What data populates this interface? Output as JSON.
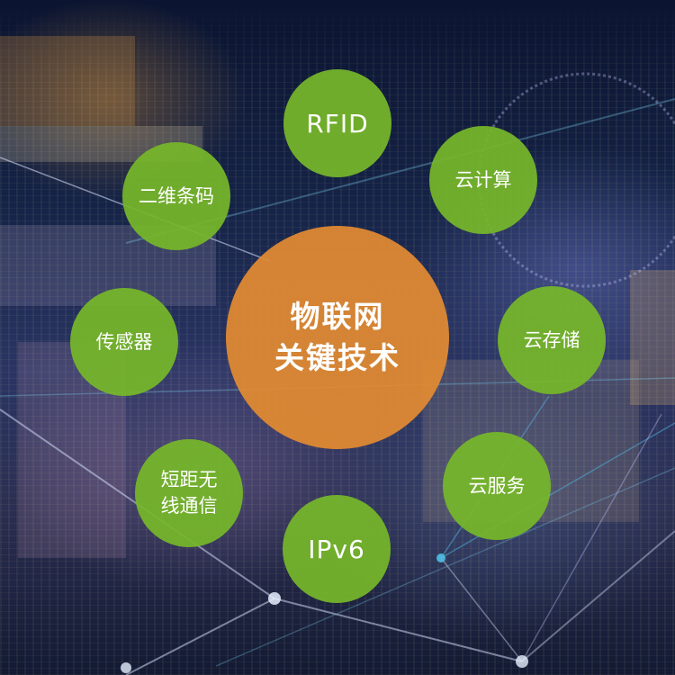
{
  "center": {
    "line1": "物联网",
    "line2": "关键技术",
    "color": "#e28b32"
  },
  "nodes": [
    {
      "id": "rfid",
      "label": "RFID",
      "color": "#76b72a"
    },
    {
      "id": "cloud-computing",
      "label": "云计算",
      "color": "#76b72a"
    },
    {
      "id": "cloud-storage",
      "label": "云存储",
      "color": "#76b72a"
    },
    {
      "id": "cloud-service",
      "label": "云服务",
      "color": "#76b72a"
    },
    {
      "id": "ipv6",
      "label": "IPv6",
      "color": "#76b72a"
    },
    {
      "id": "short-range-wireless",
      "line1": "短距无",
      "line2": "线通信",
      "color": "#76b72a"
    },
    {
      "id": "sensor",
      "label": "传感器",
      "color": "#76b72a"
    },
    {
      "id": "qr-barcode",
      "label": "二维条码",
      "color": "#76b72a"
    }
  ],
  "background": {
    "description": "night city skyline with ferris wheel and network lines",
    "sky_color": "#0b1430"
  }
}
